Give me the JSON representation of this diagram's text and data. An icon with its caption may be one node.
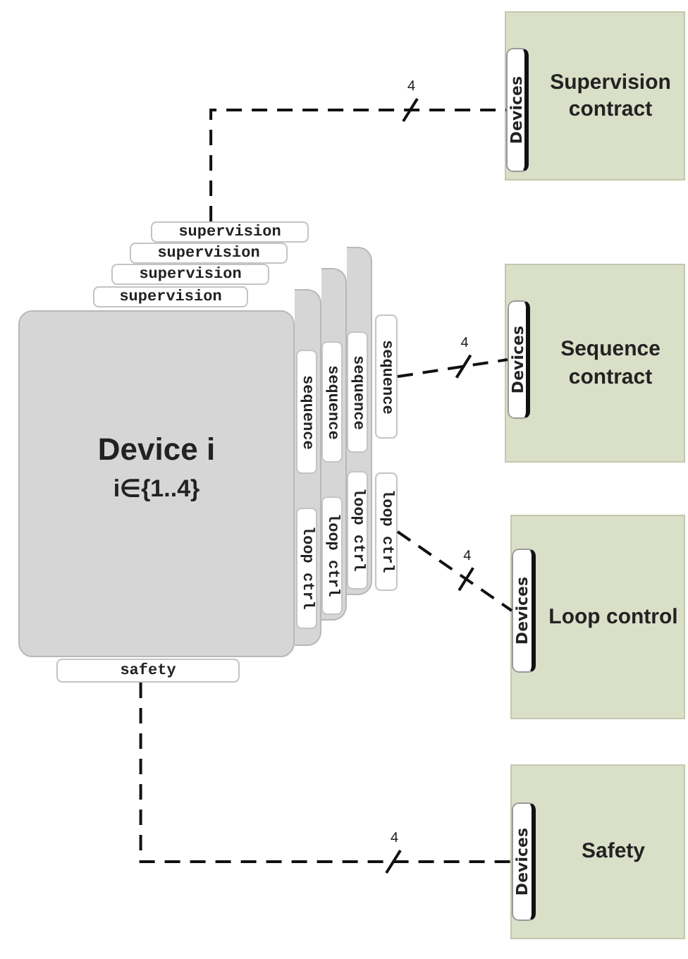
{
  "diagram": {
    "nodes": [
      {
        "text": [],
        "shape": "box"
      },
      {
        "text": [],
        "shape": "box"
      },
      {
        "text": [],
        "shape": "box"
      },
      {
        "text": [
          "Device i",
          "i∈{1..4}"
        ]
      },
      {
        "text": [
          "supervision"
        ]
      },
      {
        "text": [
          "supervision"
        ]
      },
      {
        "text": [
          "supervision"
        ]
      },
      {
        "text": [
          "supervision"
        ]
      },
      {
        "text": [
          "sequence"
        ],
        "in": 2
      },
      {
        "text": [
          "sequence"
        ],
        "in": 1
      },
      {
        "text": [
          "sequence"
        ],
        "in": 0
      },
      {
        "text": [
          "sequence"
        ]
      },
      {
        "text": [
          "loop ctrl"
        ],
        "in": 2
      },
      {
        "text": [
          "loop ctrl"
        ],
        "in": 1
      },
      {
        "text": [
          "loop ctrl"
        ],
        "in": 0
      },
      {
        "text": [
          "loop ctrl"
        ]
      },
      {
        "text": [
          "safety"
        ]
      },
      {
        "text": [
          "Supervision contract"
        ]
      },
      {
        "text": [
          "Devices"
        ],
        "in": 17
      },
      {
        "text": [
          "Sequence contract"
        ]
      },
      {
        "text": [
          "Devices"
        ],
        "in": 19
      },
      {
        "text": [
          "Loop control"
        ]
      },
      {
        "text": [
          "Devices"
        ],
        "in": 21
      },
      {
        "text": [
          "Safety"
        ]
      },
      {
        "text": [
          "Devices"
        ],
        "in": 23
      }
    ],
    "edges": [
      {
        "from": 4,
        "to": 18,
        "arrow": "none",
        "style": "dashed",
        "label": "4"
      },
      {
        "from": 11,
        "to": 20,
        "arrow": "none",
        "style": "dashed",
        "label": "4"
      },
      {
        "from": 15,
        "to": 22,
        "arrow": "none",
        "style": "dashed",
        "label": "4"
      },
      {
        "from": 16,
        "to": 24,
        "arrow": "none",
        "style": "dashed",
        "label": "4"
      }
    ]
  }
}
